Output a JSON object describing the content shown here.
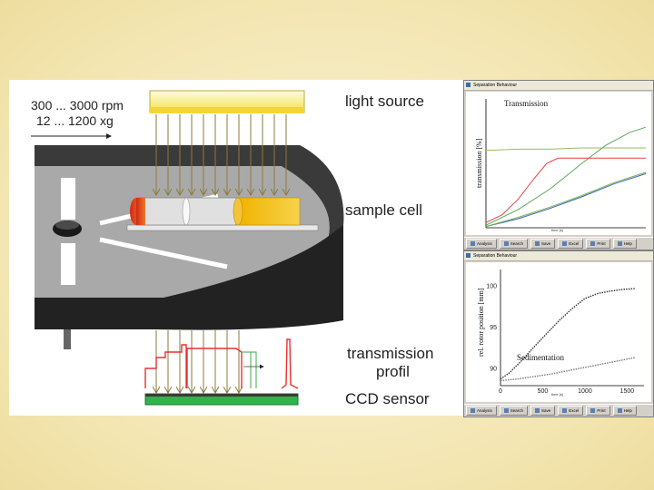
{
  "diagram": {
    "speed_label_1": "300 ... 3000 rpm",
    "speed_label_2": "12 ... 1200 xg",
    "light_source": "light source",
    "sample_cell": "sample cell",
    "transmission_profil_1": "transmission",
    "transmission_profil_2": "profil",
    "ccd_sensor": "CCD sensor"
  },
  "windows": [
    {
      "title": "Separation Behaviour",
      "toolbar": [
        "Analysis",
        "Search",
        "Save",
        "Excel",
        "Print",
        "Help"
      ]
    },
    {
      "title": "Separation Behaviour",
      "toolbar": [
        "Analysis",
        "Search",
        "Save",
        "Excel",
        "Print",
        "Help"
      ]
    }
  ],
  "chart_data": [
    {
      "type": "line",
      "title": "Transmission",
      "ylabel": "transmission [%]",
      "xlabel": "time [s]",
      "ylim": [
        0,
        100
      ],
      "xlim": [
        0,
        100
      ],
      "grid": false,
      "series": [
        {
          "color": "#9bbb59",
          "x": [
            0,
            20,
            40,
            60,
            80,
            100
          ],
          "y": [
            60,
            61,
            61,
            62,
            62,
            62
          ]
        },
        {
          "color": "#5aa85a",
          "x": [
            0,
            20,
            40,
            60,
            75,
            90,
            100
          ],
          "y": [
            2,
            14,
            30,
            50,
            64,
            74,
            78
          ]
        },
        {
          "color": "#e84040",
          "x": [
            0,
            10,
            20,
            30,
            38,
            45,
            60,
            80,
            100
          ],
          "y": [
            4,
            10,
            22,
            38,
            50,
            54,
            54,
            54,
            54
          ]
        },
        {
          "color": "#3a62c8",
          "x": [
            0,
            20,
            40,
            60,
            80,
            100
          ],
          "y": [
            1,
            7,
            15,
            24,
            34,
            42
          ]
        },
        {
          "color": "#77b24c",
          "x": [
            0,
            20,
            40,
            60,
            80,
            100
          ],
          "y": [
            1,
            8,
            16,
            25,
            35,
            43
          ]
        }
      ]
    },
    {
      "type": "line",
      "title": "Sedimentation",
      "ylabel": "rel. rotor position [mm]",
      "xlabel": "time [s]",
      "xlim": [
        0,
        1700
      ],
      "ylim": [
        88,
        102
      ],
      "xticks": [
        "0",
        "500",
        "1000",
        "1500"
      ],
      "yticks": [
        "90",
        "95",
        "100"
      ],
      "grid": false,
      "series": [
        {
          "color": "#333333",
          "x": [
            0,
            100,
            250,
            400,
            550,
            700,
            850,
            1000,
            1150,
            1300,
            1450,
            1600
          ],
          "y": [
            88.8,
            89.5,
            91.0,
            92.7,
            94.3,
            95.9,
            97.3,
            98.5,
            99.1,
            99.4,
            99.6,
            99.7
          ]
        },
        {
          "color": "#777777",
          "x": [
            0,
            200,
            400,
            600,
            800,
            1000,
            1200,
            1400,
            1600
          ],
          "y": [
            88.6,
            88.8,
            89.1,
            89.4,
            89.8,
            90.2,
            90.6,
            91.0,
            91.4
          ]
        }
      ]
    }
  ]
}
